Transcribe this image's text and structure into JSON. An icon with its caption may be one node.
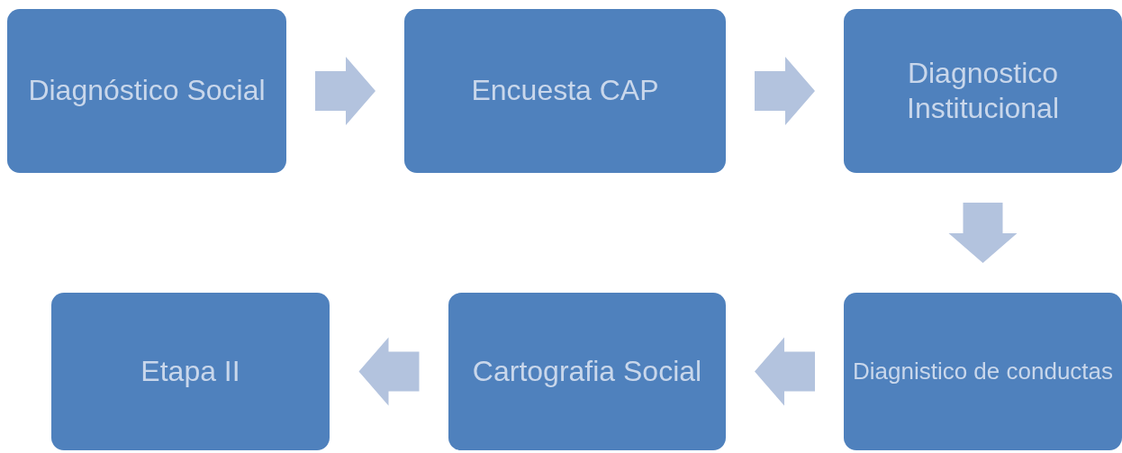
{
  "diagram": {
    "nodes": [
      {
        "text": [
          "Diagnóstico Social"
        ]
      },
      {
        "text": [
          "Encuesta CAP"
        ]
      },
      {
        "text": [
          "Diagnostico Institucional"
        ]
      },
      {
        "text": [
          "Diagnistico de conductas"
        ]
      },
      {
        "text": [
          "Cartografia Social"
        ]
      },
      {
        "text": [
          "Etapa II"
        ]
      }
    ],
    "edges": [
      {
        "from": 0,
        "to": 1,
        "arrow": "to"
      },
      {
        "from": 1,
        "to": 2,
        "arrow": "to"
      },
      {
        "from": 2,
        "to": 3,
        "arrow": "to"
      },
      {
        "from": 3,
        "to": 4,
        "arrow": "to"
      },
      {
        "from": 4,
        "to": 5,
        "arrow": "to"
      }
    ]
  }
}
